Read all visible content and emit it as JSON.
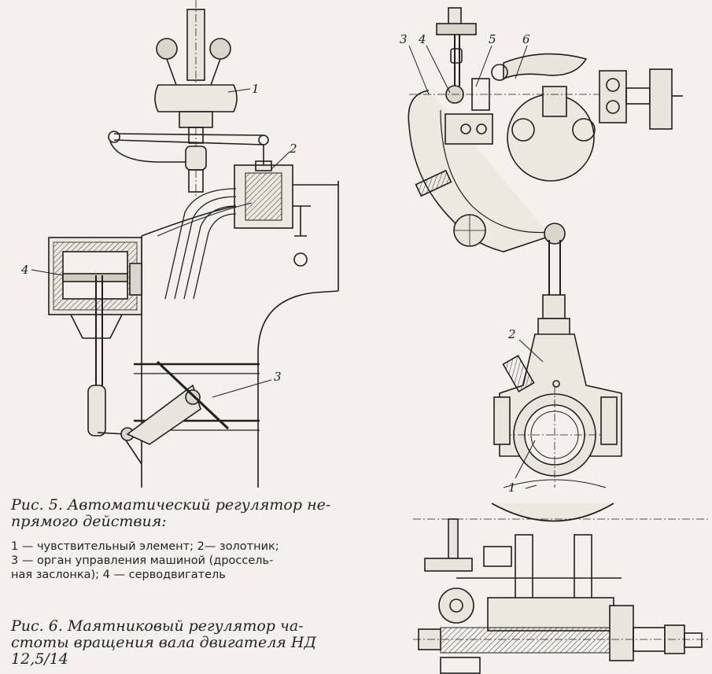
{
  "fig5": {
    "labels": {
      "l1": "1",
      "l2": "2",
      "l3": "3",
      "l4": "4"
    },
    "caption_line1": "Рис. 5. Автоматический регулятор не-",
    "caption_line2": "прямого действия:",
    "legend_line1": "1 — чувствительный элемент; 2— золотник;",
    "legend_line2": "3 — орган управления машиной (дроссель-",
    "legend_line3": "ная   заслонка);   4 — серводвигатель"
  },
  "fig6": {
    "labels": {
      "l1": "1",
      "l2": "2",
      "l3": "3",
      "l4": "4",
      "l5": "5",
      "l6": "6"
    },
    "caption_line1": "Рис. 6. Маятниковый регулятор ча-",
    "caption_line2": "стоты вращения вала двигателя НД",
    "caption_line3": "12,5/14"
  }
}
